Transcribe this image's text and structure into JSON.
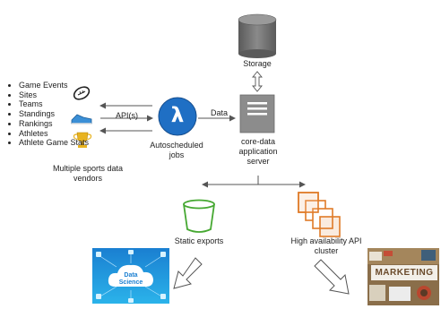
{
  "sources": {
    "items": [
      "Game Events",
      "Sites",
      "Teams",
      "Standings",
      "Rankings",
      "Athletes",
      "Athlete Game Stats"
    ],
    "caption": "Multiple sports data vendors"
  },
  "connections": {
    "api_label": "API(s)",
    "data_label": "Data"
  },
  "lambda": {
    "symbol": "λ",
    "label": "Autoscheduled jobs",
    "color": "#1f6fc4"
  },
  "storage": {
    "label": "Storage",
    "color": "#6e6e6e"
  },
  "server": {
    "label": "core-data application server",
    "color": "#8c8c8c"
  },
  "exports": {
    "label": "Static exports",
    "color": "#46a832"
  },
  "api_cluster": {
    "label": "High availability API cluster",
    "color": "#e07b28"
  },
  "data_science": {
    "text": "Data Science"
  },
  "marketing": {
    "text": "MARKETING"
  },
  "icons": [
    "football-icon",
    "sneaker-icon",
    "trophy-icon",
    "lambda-icon",
    "database-icon",
    "server-icon",
    "bucket-icon",
    "cluster-icon"
  ]
}
